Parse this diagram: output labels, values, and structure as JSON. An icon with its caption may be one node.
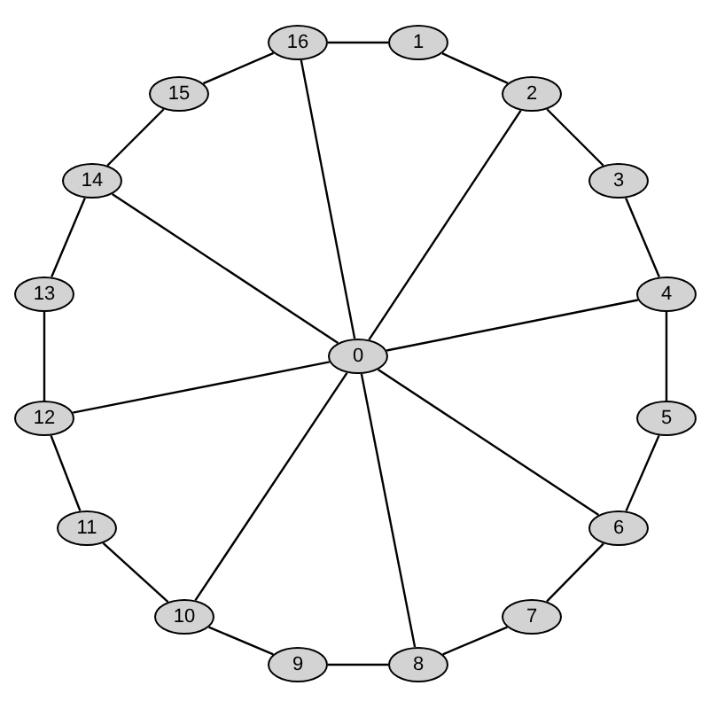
{
  "diagram": {
    "nodes": [
      {
        "text": [
          "0"
        ]
      },
      {
        "text": [
          "1"
        ]
      },
      {
        "text": [
          "2"
        ]
      },
      {
        "text": [
          "3"
        ]
      },
      {
        "text": [
          "4"
        ]
      },
      {
        "text": [
          "5"
        ]
      },
      {
        "text": [
          "6"
        ]
      },
      {
        "text": [
          "7"
        ]
      },
      {
        "text": [
          "8"
        ]
      },
      {
        "text": [
          "9"
        ]
      },
      {
        "text": [
          "10"
        ]
      },
      {
        "text": [
          "11"
        ]
      },
      {
        "text": [
          "12"
        ]
      },
      {
        "text": [
          "13"
        ]
      },
      {
        "text": [
          "14"
        ]
      },
      {
        "text": [
          "15"
        ]
      },
      {
        "text": [
          "16"
        ]
      }
    ],
    "edges": [
      {
        "from": 1,
        "to": 2,
        "arrow": "none"
      },
      {
        "from": 2,
        "to": 3,
        "arrow": "none"
      },
      {
        "from": 3,
        "to": 4,
        "arrow": "none"
      },
      {
        "from": 4,
        "to": 5,
        "arrow": "none"
      },
      {
        "from": 5,
        "to": 6,
        "arrow": "none"
      },
      {
        "from": 6,
        "to": 7,
        "arrow": "none"
      },
      {
        "from": 7,
        "to": 8,
        "arrow": "none"
      },
      {
        "from": 8,
        "to": 9,
        "arrow": "none"
      },
      {
        "from": 9,
        "to": 10,
        "arrow": "none"
      },
      {
        "from": 10,
        "to": 11,
        "arrow": "none"
      },
      {
        "from": 11,
        "to": 12,
        "arrow": "none"
      },
      {
        "from": 12,
        "to": 13,
        "arrow": "none"
      },
      {
        "from": 13,
        "to": 14,
        "arrow": "none"
      },
      {
        "from": 14,
        "to": 15,
        "arrow": "none"
      },
      {
        "from": 15,
        "to": 16,
        "arrow": "none"
      },
      {
        "from": 16,
        "to": 1,
        "arrow": "none"
      },
      {
        "from": 0,
        "to": 16,
        "arrow": "none"
      },
      {
        "from": 0,
        "to": 2,
        "arrow": "none"
      },
      {
        "from": 0,
        "to": 4,
        "arrow": "none"
      },
      {
        "from": 0,
        "to": 6,
        "arrow": "none"
      },
      {
        "from": 0,
        "to": 8,
        "arrow": "none"
      },
      {
        "from": 0,
        "to": 10,
        "arrow": "none"
      },
      {
        "from": 0,
        "to": 12,
        "arrow": "none"
      },
      {
        "from": 0,
        "to": 14,
        "arrow": "none"
      }
    ]
  }
}
